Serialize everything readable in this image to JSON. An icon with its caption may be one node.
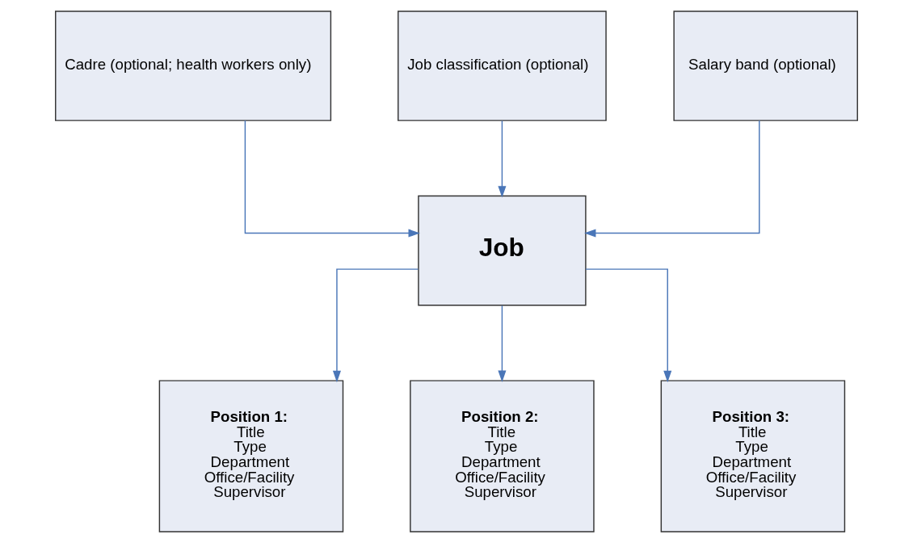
{
  "diagram": {
    "nodes": [
      {
        "text": [
          "Cadre (optional; health workers only)"
        ]
      },
      {
        "text": [
          "Job classification (optional)"
        ]
      },
      {
        "text": [
          "Salary band (optional)"
        ]
      },
      {
        "text": [
          "Job"
        ]
      },
      {
        "text": [
          "Position 1:",
          "Title",
          "Type",
          "Department",
          "Office/Facility",
          "Supervisor"
        ]
      },
      {
        "text": [
          "Position 2:",
          "Title",
          "Type",
          "Department",
          "Office/Facility",
          "Supervisor"
        ]
      },
      {
        "text": [
          "Position 3:",
          "Title",
          "Type",
          "Department",
          "Office/Facility",
          "Supervisor"
        ]
      }
    ],
    "edges": [
      {
        "from": 0,
        "to": 3,
        "arrow": "to"
      },
      {
        "from": 1,
        "to": 3,
        "arrow": "to"
      },
      {
        "from": 2,
        "to": 3,
        "arrow": "to"
      },
      {
        "from": 3,
        "to": 4,
        "arrow": "to"
      },
      {
        "from": 3,
        "to": 5,
        "arrow": "to"
      },
      {
        "from": 3,
        "to": 6,
        "arrow": "to"
      }
    ]
  }
}
